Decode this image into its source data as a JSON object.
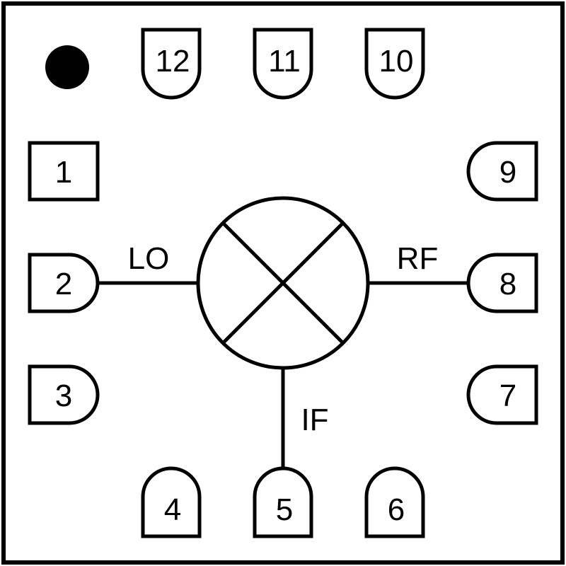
{
  "colors": {
    "stroke": "#000000",
    "background": "#ffffff"
  },
  "pins": {
    "top": [
      "12",
      "11",
      "10"
    ],
    "left": [
      "1",
      "2",
      "3"
    ],
    "right": [
      "9",
      "8",
      "7"
    ],
    "bottom": [
      "4",
      "5",
      "6"
    ]
  },
  "pin1_shape": "square",
  "signals": {
    "lo": "LO",
    "rf": "RF",
    "if": "IF"
  },
  "symbol": "mixer-circle-with-x",
  "orientation_marker": "filled-dot"
}
